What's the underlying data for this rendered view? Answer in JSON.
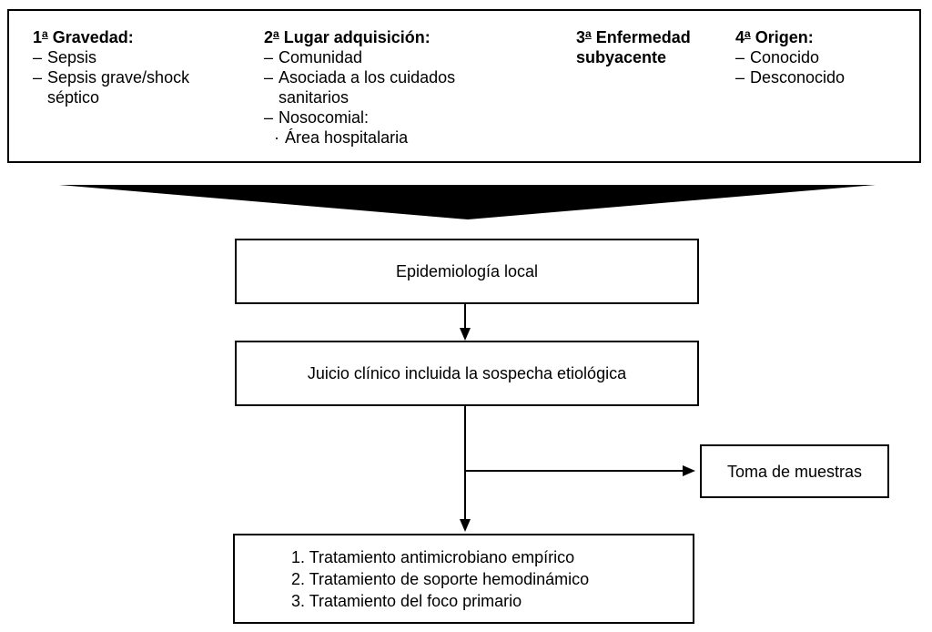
{
  "page": {
    "background_color": "#ffffff",
    "ink_color": "#000000"
  },
  "classification": {
    "columns": [
      {
        "title_num": "1",
        "title_ord": "a",
        "title_rest": " Gravedad:",
        "items": [
          {
            "bullet": "–",
            "text": "Sepsis"
          },
          {
            "bullet": "–",
            "text": "Sepsis grave/shock séptico"
          }
        ]
      },
      {
        "title_num": "2",
        "title_ord": "a",
        "title_rest": " Lugar adquisición:",
        "items": [
          {
            "bullet": "–",
            "text": "Comunidad"
          },
          {
            "bullet": "–",
            "text": "Asociada a los cuidados sanitarios"
          },
          {
            "bullet": "–",
            "text": "Nosocomial:"
          },
          {
            "bullet": "·",
            "text": "Área hospitalaria"
          }
        ]
      },
      {
        "title_num": "3",
        "title_ord": "a",
        "title_rest": " Enfermedad subyacente",
        "items": []
      },
      {
        "title_num": "4",
        "title_ord": "a",
        "title_rest": " Origen:",
        "items": [
          {
            "bullet": "–",
            "text": "Conocido"
          },
          {
            "bullet": "–",
            "text": "Desconocido"
          }
        ]
      }
    ]
  },
  "flow": {
    "epidemiologia_label": "Epidemiología local",
    "juicio_label": "Juicio clínico incluida la sospecha etiológica",
    "toma_label": "Toma de muestras",
    "tratamiento_lines": [
      "1. Tratamiento antimicrobiano empírico",
      "2. Tratamiento de soporte hemodinámico",
      "3. Tratamiento del foco primario"
    ]
  }
}
